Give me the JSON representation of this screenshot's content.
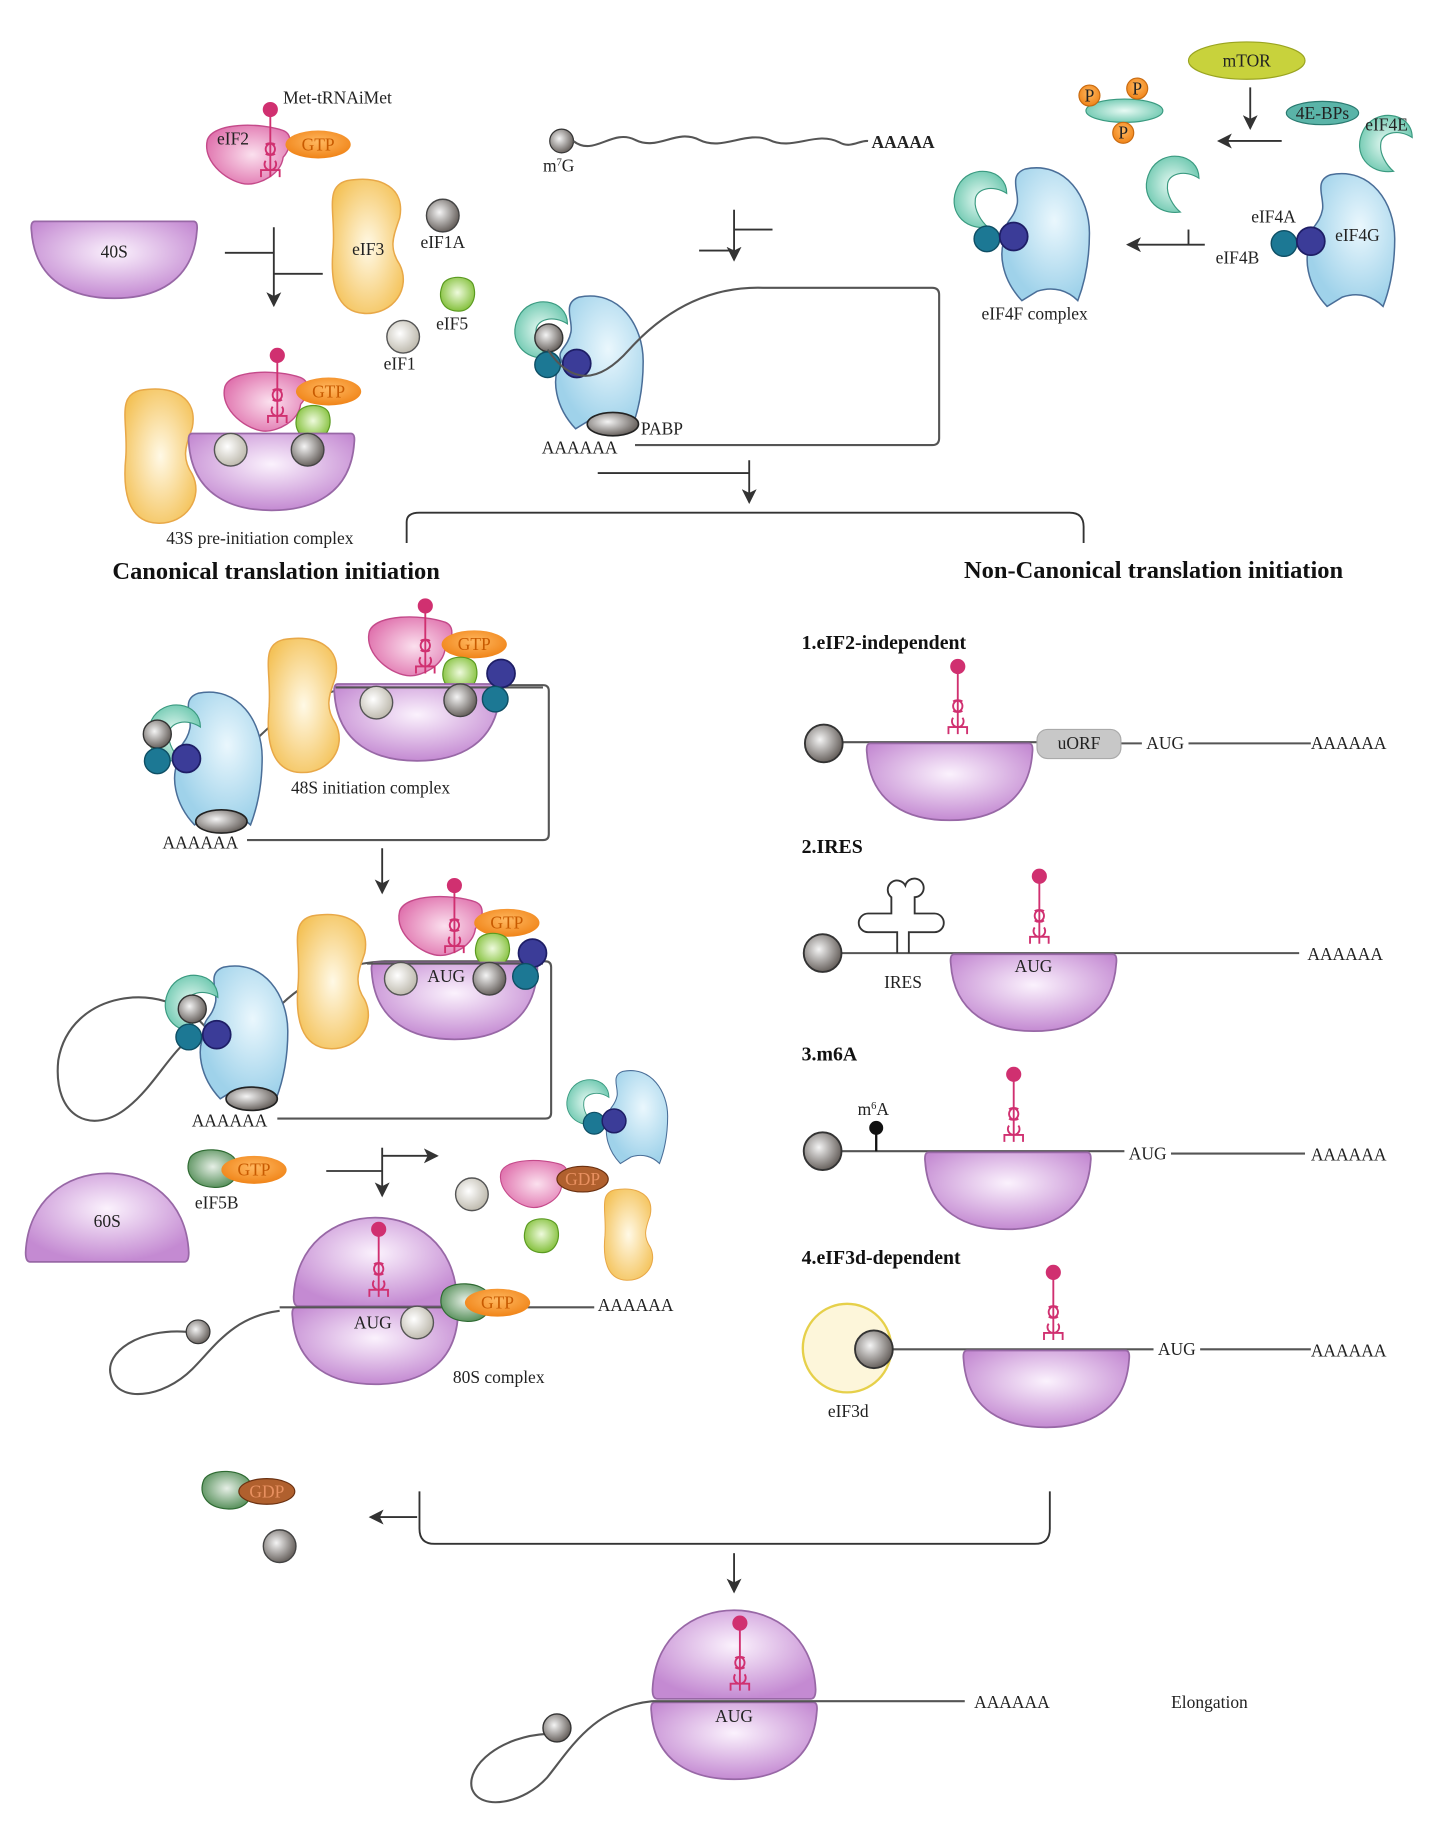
{
  "colors": {
    "ribosome": "#c890d4",
    "eIF2": "#e47db4",
    "GTP": "#f28a1e",
    "GDP": "#b0602e",
    "eIF3": "#f6c65e",
    "eIF5": "#8cc63f",
    "eIF4E": "#70ccb4",
    "eIF4G": "#a9d8ee",
    "eIF4B": "#1c7894",
    "eIF4A": "#3b3c98",
    "mTOR": "#c8d23c",
    "tRNA": "#d03070"
  },
  "labels": {
    "met_trna": "Met-tRNAiMet",
    "eif2": "eIF2",
    "gtp": "GTP",
    "gdp": "GDP",
    "s40": "40S",
    "eif3": "eIF3",
    "eif1a": "eIF1A",
    "eif5": "eIF5",
    "eif1": "eIF1",
    "m7g_base": "m",
    "m7g_sup": "7",
    "m7g_end": "G",
    "aaaaa": "AAAAA",
    "polya": "AAAAAA",
    "mtor": "mTOR",
    "p": "P",
    "bps": "4E-BPs",
    "eif4e": "eIF4E",
    "eif4a": "eIF4A",
    "eif4b": "eIF4B",
    "eif4g": "eIF4G",
    "eif4f": "eIF4F complex",
    "pabp": "PABP",
    "c43": "43S pre-initiation complex",
    "canonical": "Canonical translation initiation",
    "noncanonical": "Non-Canonical translation initiation",
    "c48": "48S initiation complex",
    "aug": "AUG",
    "eif5b": "eIF5B",
    "s60": "60S",
    "c80": "80S complex",
    "elongation": "Elongation",
    "n1": "1.eIF2-independent",
    "uorf": "uORF",
    "n2": "2.IRES",
    "ires": "IRES",
    "n3": "3.m6A",
    "m6a_base": "m",
    "m6a_sup": "6",
    "m6a_end": "A",
    "n4": "4.eIF3d-dependent",
    "eif3d": "eIF3d"
  }
}
